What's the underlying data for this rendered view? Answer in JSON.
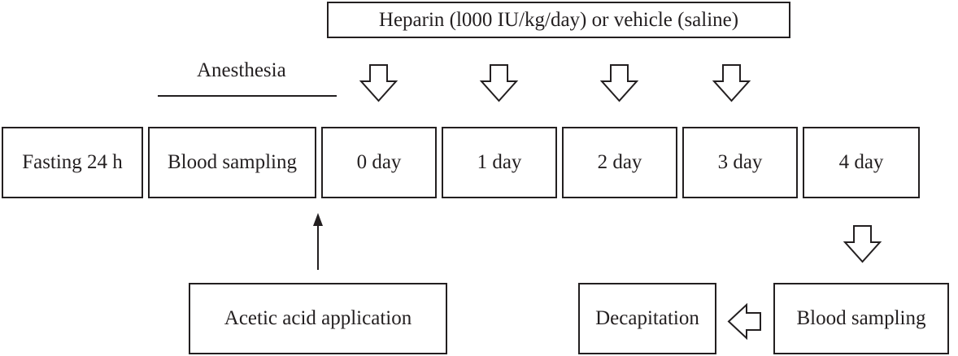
{
  "header": {
    "treatment_label": "Heparin (l000 IU/kg/day) or vehicle (saline)"
  },
  "anesthesia": {
    "label": "Anesthesia"
  },
  "timeline": {
    "steps": [
      {
        "label": "Fasting 24 h"
      },
      {
        "label": "Blood sampling"
      },
      {
        "label": "0 day"
      },
      {
        "label": "1 day"
      },
      {
        "label": "2 day"
      },
      {
        "label": "3 day"
      },
      {
        "label": "4 day"
      }
    ]
  },
  "procedures": {
    "acetic_acid": "Acetic acid application",
    "final_blood_sampling": "Blood sampling",
    "decapitation": "Decapitation"
  }
}
